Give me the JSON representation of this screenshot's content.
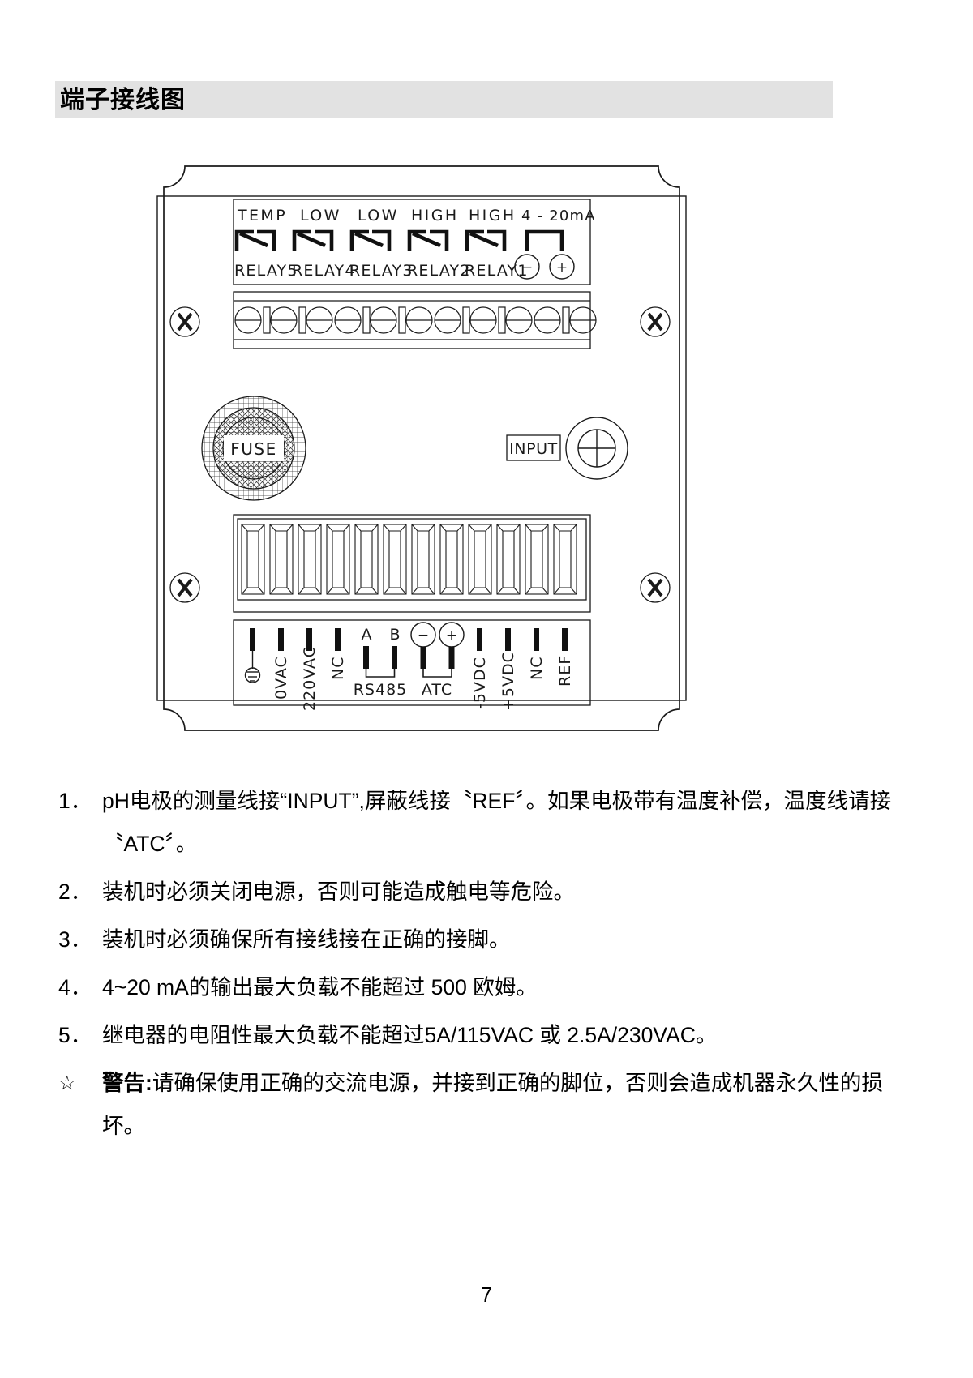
{
  "header": {
    "title": "端子接线图"
  },
  "diagram": {
    "name": "terminal-wiring-diagram",
    "relay_block": {
      "channels": [
        {
          "top": "TEMP",
          "bottom": "RELAY5",
          "symbol": "relay-switch"
        },
        {
          "top": "LOW",
          "bottom": "RELAY4",
          "symbol": "relay-switch"
        },
        {
          "top": "LOW",
          "bottom": "RELAY3",
          "symbol": "relay-switch"
        },
        {
          "top": "HIGH",
          "bottom": "RELAY2",
          "symbol": "relay-switch"
        },
        {
          "top": "HIGH",
          "bottom": "RELAY1",
          "symbol": "relay-switch"
        }
      ],
      "analog_output": {
        "top": "4 - 20mA",
        "terminals": [
          "−",
          "+"
        ]
      }
    },
    "fuse": {
      "label": "FUSE"
    },
    "input": {
      "label": "INPUT",
      "connector": "bnc-connector"
    },
    "bottom_terminals": [
      {
        "label": "",
        "icon": "earth-ground-icon",
        "group": ""
      },
      {
        "label": "0VAC",
        "icon": "",
        "group": ""
      },
      {
        "label": "220VAC",
        "icon": "",
        "group": ""
      },
      {
        "label": "NC",
        "icon": "",
        "group": ""
      },
      {
        "label": "A",
        "icon": "",
        "group": "RS485"
      },
      {
        "label": "B",
        "icon": "",
        "group": "RS485"
      },
      {
        "label": "−",
        "icon": "circle-minus",
        "group": "ATC"
      },
      {
        "label": "+",
        "icon": "circle-plus",
        "group": "ATC"
      },
      {
        "label": "-5VDC",
        "icon": "",
        "group": ""
      },
      {
        "label": "+5VDC",
        "icon": "",
        "group": ""
      },
      {
        "label": "NC",
        "icon": "",
        "group": ""
      },
      {
        "label": "REF",
        "icon": "",
        "group": ""
      }
    ],
    "group_labels": [
      "RS485",
      "ATC"
    ],
    "screws": [
      "screw-top-left",
      "screw-top-right",
      "screw-bottom-left",
      "screw-bottom-right"
    ]
  },
  "notes": [
    {
      "num": "1．",
      "text": "pH电极的测量线接“INPUT”,屏蔽线接〝REF〞。如果电极带有温度补偿，温度线请接〝ATC〞。"
    },
    {
      "num": "2．",
      "text": "装机时必须关闭电源，否则可能造成触电等危险。"
    },
    {
      "num": "3．",
      "text": "装机时必须确保所有接线接在正确的接脚。"
    },
    {
      "num": "4．",
      "text": "4~20 mA的输出最大负载不能超过 500 欧姆。"
    },
    {
      "num": "5．",
      "text": "继电器的电阻性最大负载不能超过5A/115VAC 或 2.5A/230VAC。"
    }
  ],
  "warning": {
    "star": "☆",
    "label": "警告:",
    "text": "请确保使用正确的交流电源，并接到正确的脚位，否则会造成机器永久性的损坏。"
  },
  "page": {
    "number": "7"
  },
  "colors": {
    "header_band": "#e2e2e2",
    "line": "#1a1a1a",
    "text": "#000000"
  }
}
